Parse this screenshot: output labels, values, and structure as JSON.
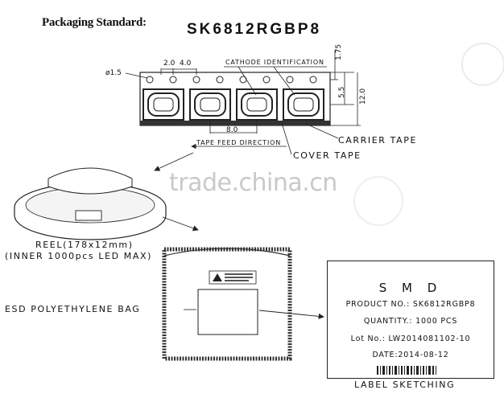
{
  "header": {
    "packaging_label": "Packaging Standard:",
    "title": "SK6812RGBP8"
  },
  "tape": {
    "hole_dia": "ø1.5",
    "pitch_a": "2.0",
    "pitch_b": "4.0",
    "cathode_label": "CATHODE IDENTIFICATION",
    "dim_175": "1.75",
    "dim_55": "5.5",
    "dim_120": "12.0",
    "dim_80": "8.0",
    "feed_label": "TAPE FEED DIRECTION",
    "carrier_label": "CARRIER TAPE",
    "cover_label": "COVER TAPE"
  },
  "reel": {
    "line1": "REEL(178x12mm)",
    "line2": "(INNER 1000pcs LED MAX)"
  },
  "bag": {
    "label": "ESD POLYETHYLENE BAG"
  },
  "label_card": {
    "smd": "S M D",
    "product": "PRODUCT NO.: SK6812RGBP8",
    "quantity": "QUANTITY.: 1000 PCS",
    "lot": "Lot No.: LW2014081102-10",
    "date": "DATE:2014-08-12",
    "caption": "LABEL SKETCHING"
  },
  "watermark": "trade.china.cn"
}
